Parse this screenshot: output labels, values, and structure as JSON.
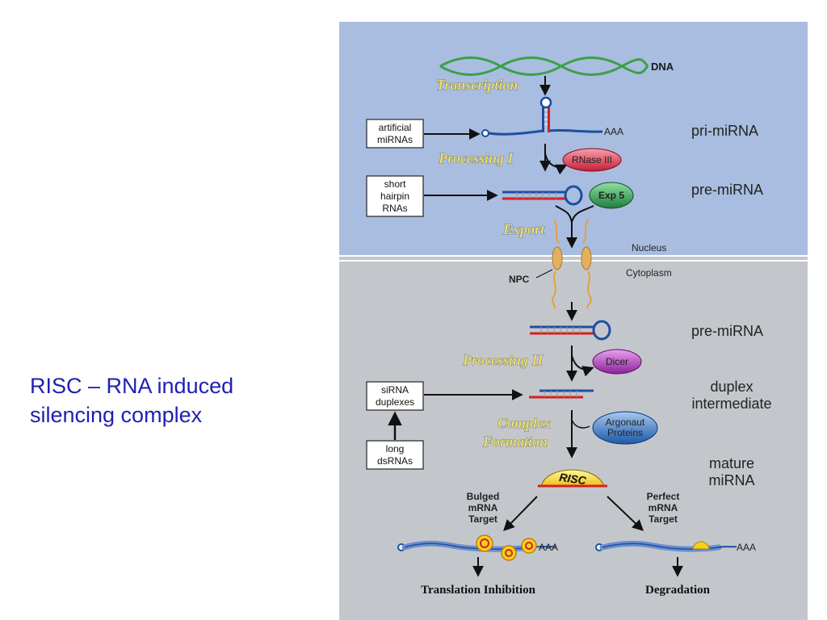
{
  "caption": {
    "line1": "RISC – RNA induced",
    "line2": "silencing complex"
  },
  "diagram": {
    "dna": "DNA",
    "steps": {
      "transcription": "Transcription",
      "processing1": "Processing I",
      "export": "Export",
      "processing2": "Processing II",
      "complex1": "Complex",
      "complex2": "Formation"
    },
    "stages": {
      "pri_mirna": "pri-miRNA",
      "pre_mirna_nucleus": "pre-miRNA",
      "pre_mirna_cyto": "pre-miRNA",
      "duplex1": "duplex",
      "duplex2": "intermediate",
      "mature1": "mature",
      "mature2": "miRNA"
    },
    "boxes": {
      "artificial": [
        "artificial",
        "miRNAs"
      ],
      "short": [
        "short",
        "hairpin",
        "RNAs"
      ],
      "sirna": [
        "siRNA",
        "duplexes"
      ],
      "long": [
        "long",
        "dsRNAs"
      ]
    },
    "enzymes": {
      "rnase": "RNase III",
      "exp5": "Exp 5",
      "dicer": "Dicer",
      "argonaut1": "Argonaut",
      "argonaut2": "Proteins",
      "risc": "RISC"
    },
    "compartments": {
      "nucleus": "Nucleus",
      "cytoplasm": "Cytoplasm",
      "npc": "NPC"
    },
    "poly_a": "AAA",
    "targets": {
      "bulged": [
        "Bulged",
        "mRNA",
        "Target"
      ],
      "perfect": [
        "Perfect",
        "mRNA",
        "Target"
      ]
    },
    "outcomes": {
      "inhibition": "Translation Inhibition",
      "degradation": "Degradation"
    },
    "colors": {
      "nucleus_bg": "#a9bde0",
      "cytoplasm_bg": "#c3c7cc",
      "rna_blue": "#1e4fa0",
      "rna_red": "#d42020",
      "dna_green": "#3aa04a",
      "rnase": "#d83048",
      "exp5": "#2a9a50",
      "dicer": "#b03ab8",
      "argonaut": "#2a6ab8",
      "risc": "#f3d21a"
    }
  }
}
